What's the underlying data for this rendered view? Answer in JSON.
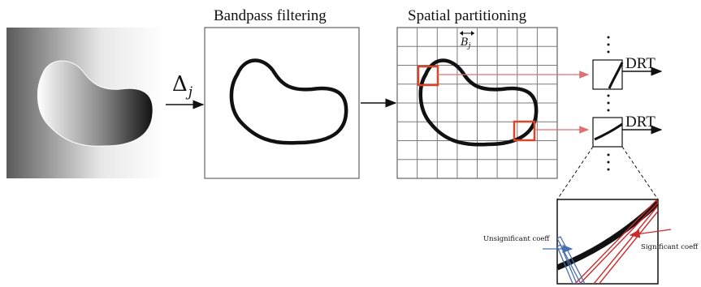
{
  "titles": {
    "bandpass": "Bandpass filtering",
    "spatial": "Spatial partitioning"
  },
  "labels": {
    "delta": "Δ",
    "delta_sub": "j",
    "block_size": "B",
    "block_size_sub": "j",
    "drt_top": "DRT",
    "drt_bottom": "DRT",
    "unsignificant": "Unsignificant coeff",
    "significant": "Significant coeff"
  },
  "colors": {
    "highlight": "#d9472b",
    "arrow_red": "#e07070",
    "significant_red": "#cc2a2a",
    "unsignificant_blue": "#4a6fb0",
    "outline": "#111111"
  }
}
